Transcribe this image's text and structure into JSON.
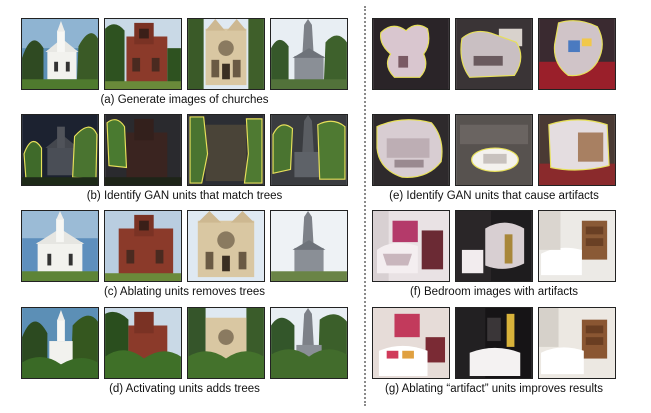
{
  "figure": {
    "left_panel": {
      "rows": [
        {
          "caption": "(a) Generate images of churches",
          "variant": "original"
        },
        {
          "caption": "(b) Identify GAN units that match trees",
          "variant": "highlight-trees"
        },
        {
          "caption": "(c) Ablating units removes trees",
          "variant": "no-trees"
        },
        {
          "caption": "(d) Activating units adds trees",
          "variant": "more-trees"
        }
      ]
    },
    "right_panel": {
      "rows": [
        {
          "caption": "",
          "variant": "artifact-mask"
        },
        {
          "caption": "(e)  Identify GAN units that cause artifacts",
          "variant": "artifact-highlight"
        },
        {
          "caption": "(f) Bedroom images with artifacts",
          "variant": "artifact-bedroom"
        },
        {
          "caption": "(g) Ablating “artifact” units improves results",
          "variant": "clean-bedroom"
        }
      ]
    },
    "colors": {
      "highlight_outline": "#e7e05a",
      "sky": "#cfe0ef",
      "tree": "#2f5a22",
      "brick": "#8b3a2a",
      "grass": "#4f7a2e",
      "dim_overlay": "#000000"
    }
  }
}
